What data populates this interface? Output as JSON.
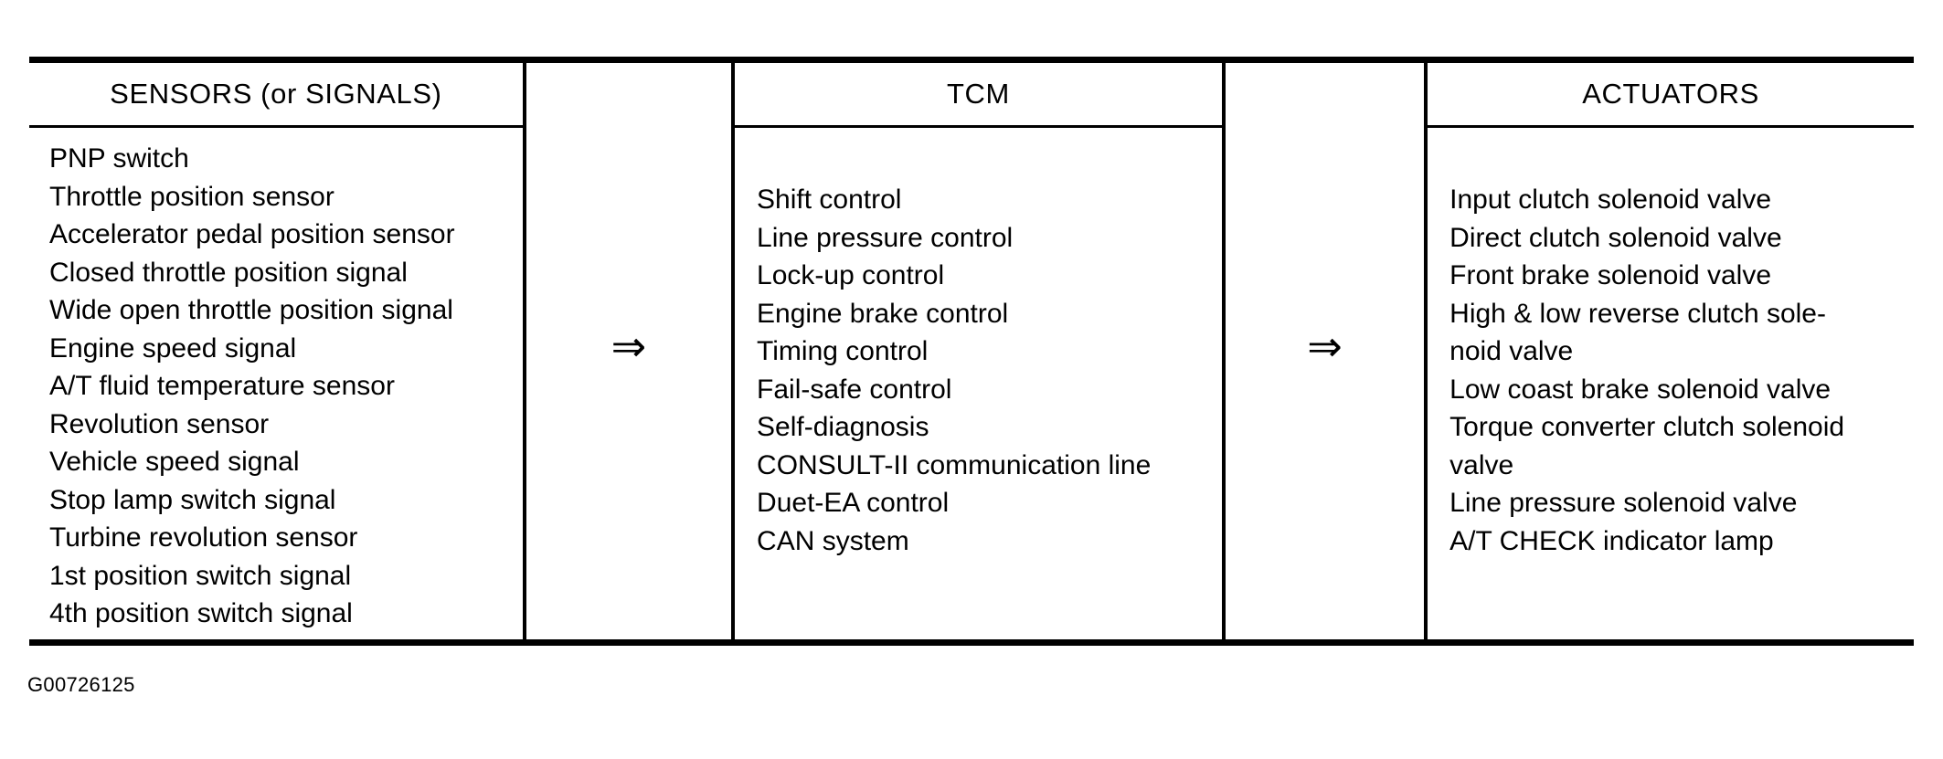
{
  "figure": {
    "id_label": "G00726125",
    "arrow_glyph": "⇒"
  },
  "columns": {
    "sensors": {
      "title": "SENSORS (or SIGNALS)",
      "items": [
        "PNP switch",
        "Throttle position sensor",
        "Accelerator pedal position sensor",
        "Closed throttle position signal",
        "Wide open throttle position signal",
        "Engine speed signal",
        "A/T fluid temperature sensor",
        "Revolution sensor",
        "Vehicle speed signal",
        "Stop lamp switch signal",
        "Turbine revolution sensor",
        "1st position switch signal",
        "4th position switch signal"
      ]
    },
    "tcm": {
      "title": "TCM",
      "items": [
        "Shift control",
        "Line pressure control",
        "Lock-up control",
        "Engine brake control",
        "Timing control",
        "Fail-safe control",
        "Self-diagnosis",
        "CONSULT-II communication line",
        "Duet-EA control",
        "CAN system"
      ]
    },
    "actuators": {
      "title": "ACTUATORS",
      "items": [
        "Input clutch solenoid valve",
        "Direct clutch solenoid valve",
        "Front brake solenoid valve",
        "High & low reverse clutch sole-\nnoid valve",
        "Low coast brake solenoid valve",
        "Torque converter clutch solenoid\nvalve",
        "Line pressure solenoid valve",
        "A/T CHECK indicator lamp"
      ]
    }
  }
}
